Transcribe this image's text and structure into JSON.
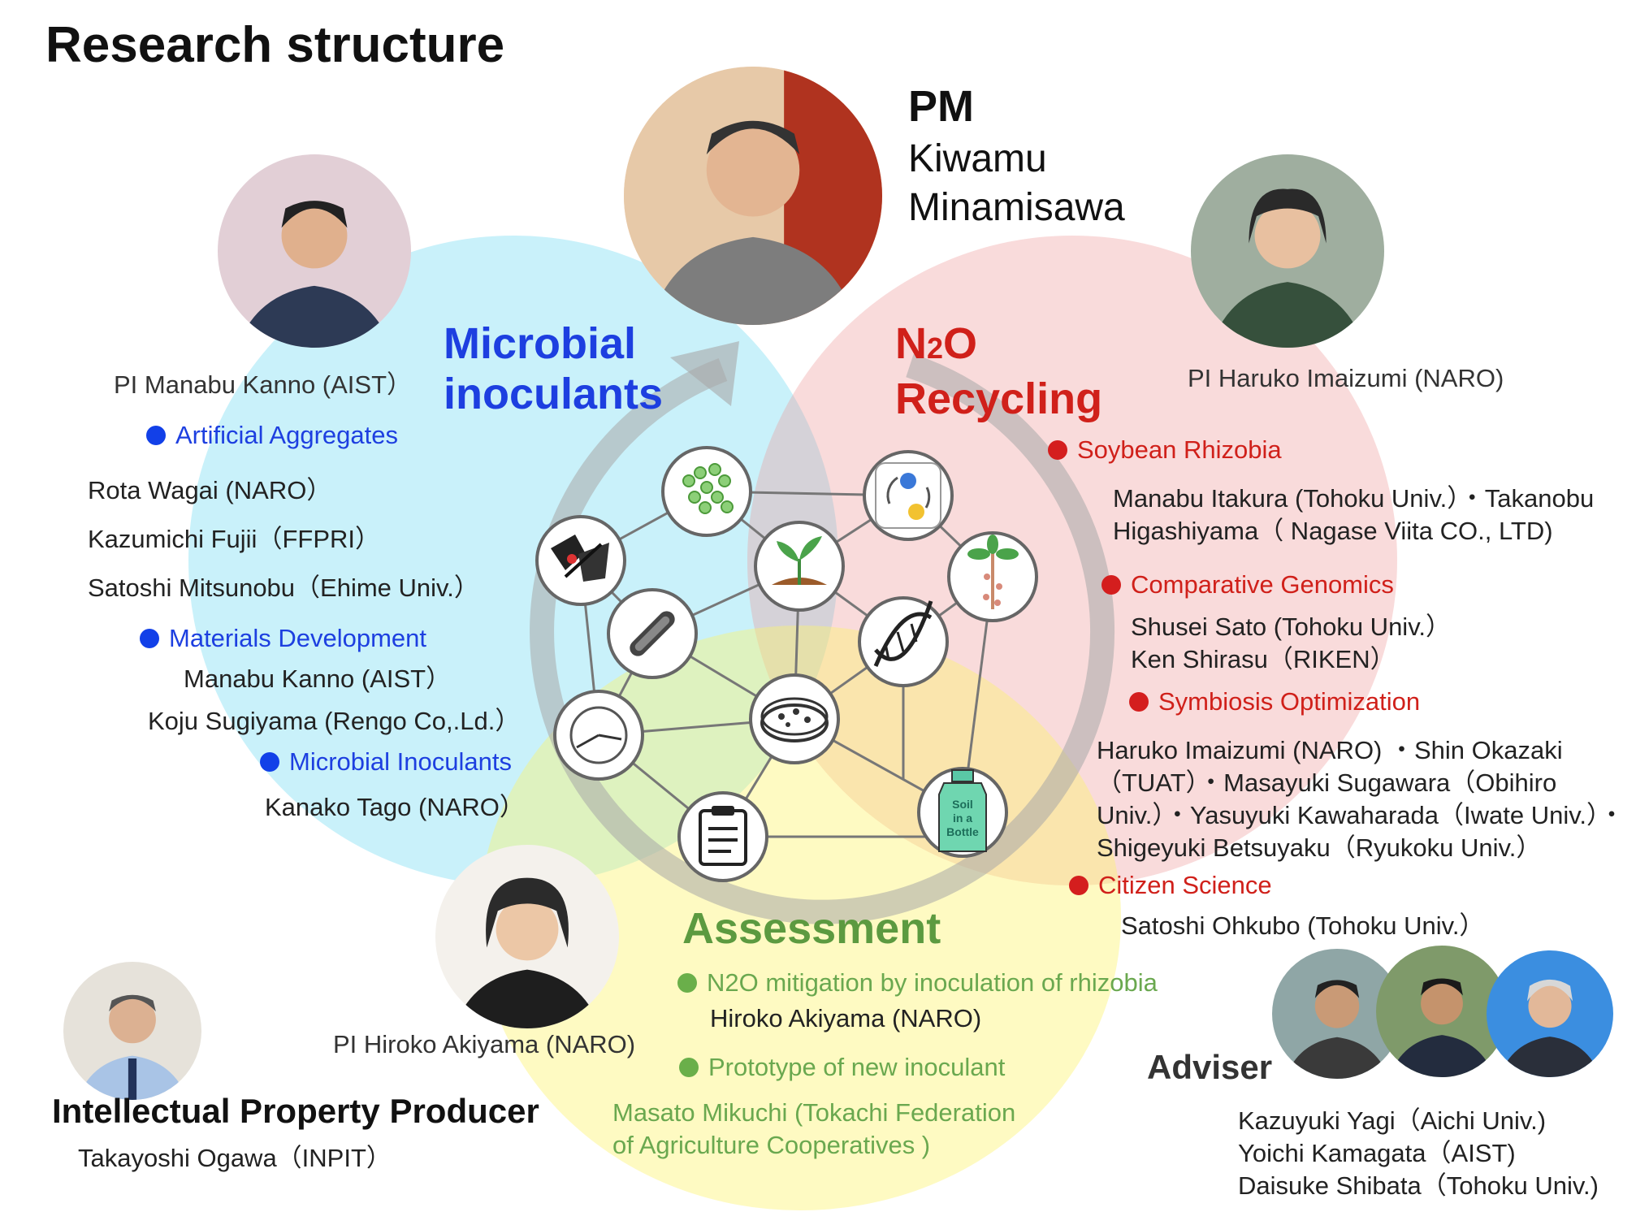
{
  "title": "Research structure",
  "pm": {
    "role": "PM",
    "first": "Kiwamu",
    "last": "Minamisawa"
  },
  "areas": {
    "microbial": [
      "Microbial",
      "inoculants"
    ],
    "n2o": {
      "line1_pre": "N",
      "line1_sub": "2",
      "line1_post": "O",
      "line2": "Recycling"
    },
    "assessment": "Assessment"
  },
  "left": {
    "pi": "PI Manabu Kanno (AIST）",
    "groups": [
      {
        "heading": "Artificial Aggregates",
        "members": [
          "Rota Wagai (NARO）",
          "Kazumichi Fujii（FFPRI）",
          "Satoshi Mitsunobu（Ehime Univ.）"
        ]
      },
      {
        "heading": "Materials Development",
        "members": [
          "Manabu Kanno (AIST）",
          "Koju Sugiyama (Rengo Co,.Ld.）"
        ]
      },
      {
        "heading": "Microbial Inoculants",
        "members": [
          "Kanako Tago (NARO）"
        ]
      }
    ]
  },
  "right": {
    "pi": "PI Haruko Imaizumi (NARO)",
    "groups": [
      {
        "heading": "Soybean Rhizobia",
        "members": [
          "Manabu Itakura (Tohoku Univ.）・Takanobu",
          "Higashiyama（ Nagase Viita CO., LTD)"
        ]
      },
      {
        "heading": "Comparative Genomics",
        "members": [
          "Shusei Sato (Tohoku Univ.）",
          "Ken Shirasu（RIKEN）"
        ]
      },
      {
        "heading": "Symbiosis Optimization",
        "members": [
          "Haruko Imaizumi (NARO) ・Shin Okazaki",
          "（TUAT）・Masayuki Sugawara（Obihiro",
          "Univ.）・Yasuyuki Kawaharada（Iwate Univ.）・",
          "Shigeyuki Betsuyaku（Ryukoku Univ.）"
        ]
      },
      {
        "heading": "Citizen Science",
        "members": [
          "Satoshi Ohkubo (Tohoku Univ.）"
        ]
      }
    ]
  },
  "bottom": {
    "pi": "PI Hiroko Akiyama (NARO)",
    "groups": [
      {
        "heading": "N2O mitigation by inoculation of rhizobia",
        "members": [
          "Hiroko Akiyama (NARO)"
        ]
      },
      {
        "heading": "Prototype of new inoculant",
        "members": []
      }
    ],
    "extra": [
      "Masato Mikuchi (Tokachi Federation",
      "of Agriculture Cooperatives )"
    ]
  },
  "ip": {
    "title": "Intellectual Property Producer",
    "name": "Takayoshi Ogawa（INPIT）"
  },
  "adviser": {
    "title": "Adviser",
    "members": [
      "Kazuyuki Yagi（Aichi Univ.)",
      "Yoichi Kamagata（AIST)",
      "Daisuke Shibata（Tohoku Univ.)"
    ]
  },
  "icons": [
    "microbe-cluster-icon",
    "cycle-icon",
    "tools-icon",
    "seedling-icon",
    "plant-root-icon",
    "bacterium-icon",
    "dna-icon",
    "ph-meter-icon",
    "petri-dish-icon",
    "clipboard-icon",
    "soil-bottle-icon"
  ],
  "bottle_text": [
    "Soil",
    "in a",
    "Bottle"
  ],
  "colors": {
    "blue_area": "#1d3fe0",
    "red_area": "#d0201a",
    "green_area": "#6aa84f",
    "venn_blue": "#87e1f5",
    "venn_red": "#ee9696",
    "venn_yellow": "#fcf46e"
  }
}
